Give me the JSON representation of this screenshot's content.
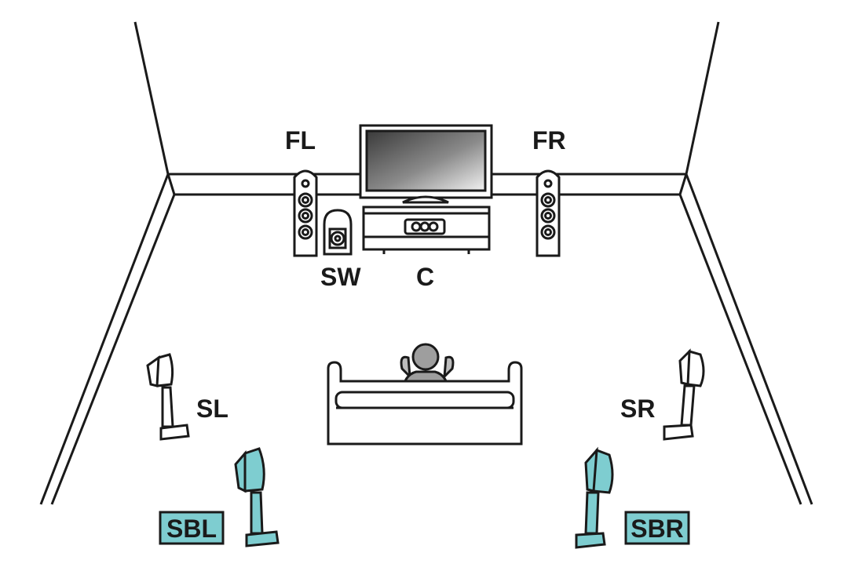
{
  "diagram": {
    "speakers": {
      "front_left": {
        "label": "FL"
      },
      "front_right": {
        "label": "FR"
      },
      "subwoofer": {
        "label": "SW"
      },
      "center": {
        "label": "C"
      },
      "surround_left": {
        "label": "SL"
      },
      "surround_right": {
        "label": "SR"
      },
      "surround_back_left": {
        "label": "SBL"
      },
      "surround_back_right": {
        "label": "SBR"
      }
    },
    "colors": {
      "highlight": "#7ecdd0",
      "outline": "#1a1a1a",
      "person": "#9e9e9e"
    }
  }
}
